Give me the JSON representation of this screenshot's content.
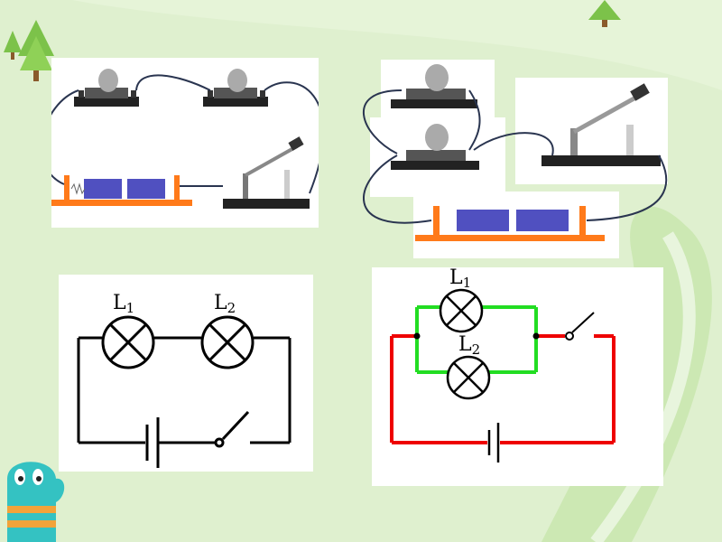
{
  "diagram": {
    "series": {
      "lamp1_label": "L",
      "lamp1_sub": "1",
      "lamp2_label": "L",
      "lamp2_sub": "2"
    },
    "parallel": {
      "lamp1_label": "L",
      "lamp1_sub": "1",
      "lamp2_label": "L",
      "lamp2_sub": "2"
    }
  },
  "colors": {
    "background": "#dff0cf",
    "parallel_branch": "#22dd22",
    "main_line": "#ee0000",
    "wire": "#2a3550",
    "battery": "#5050c0",
    "holder": "#ff7a1a"
  },
  "icons": [
    "tree-icon",
    "mascot-icon",
    "bulb-icon",
    "battery-icon",
    "switch-icon"
  ]
}
